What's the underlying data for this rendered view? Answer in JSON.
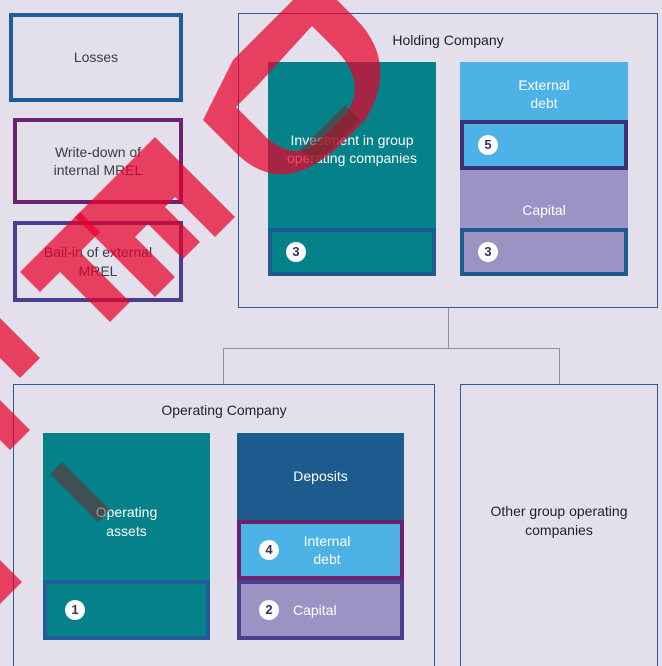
{
  "legend": {
    "losses": "Losses",
    "write_down": "Write-down of internal MREL",
    "bail_in": "Bail-in of external MREL"
  },
  "holding_company": {
    "title": "Holding Company",
    "investment_label": "Investment in group operating companies",
    "investment_marker": "3",
    "external_debt_label": "External debt",
    "external_debt_marker": "5",
    "capital_label": "Capital",
    "capital_marker": "3"
  },
  "operating_company": {
    "title": "Operating Company",
    "assets_label": "Operating assets",
    "assets_marker": "1",
    "deposits_label": "Deposits",
    "internal_debt_label": "Internal debt",
    "internal_debt_marker": "4",
    "capital_label": "Capital",
    "capital_marker": "2"
  },
  "other_companies": {
    "label": "Other group operating companies"
  },
  "colors": {
    "background": "#e3e0ec",
    "losses_border": "#1f5c99",
    "write_down_border": "#6b2370",
    "bail_in_border": "#4a3f8c",
    "teal": "#05818a",
    "light_blue": "#4db3e6",
    "lavender": "#9d92c4",
    "navy": "#1d5a8e",
    "watermark": "#e8002a"
  }
}
